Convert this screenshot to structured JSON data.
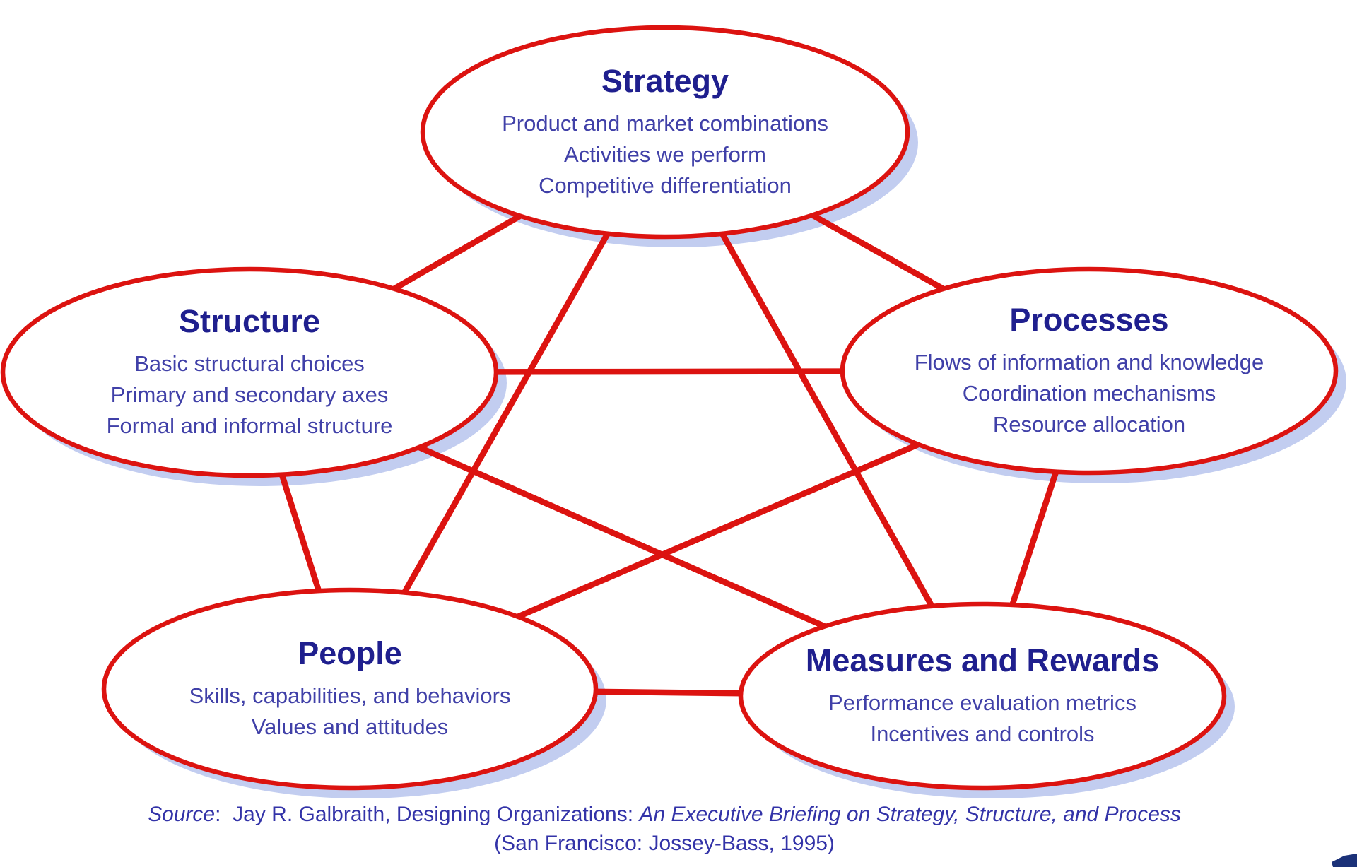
{
  "colors": {
    "red": "#DC1310",
    "title_navy": "#1F1F8E",
    "body_blue": "#4040A8",
    "source_blue": "#3333A8",
    "shadow": "#C2CDF0",
    "corner_navy": "#1B3178",
    "background": "#FFFFFF"
  },
  "icons": {
    "corner_fragment": "navy-arrow-fragment"
  },
  "diagram": {
    "nodes": [
      {
        "id": "strategy",
        "title": "Strategy",
        "lines": [
          "Product and market combinations",
          "Activities we perform",
          "Competitive differentiation"
        ]
      },
      {
        "id": "structure",
        "title": "Structure",
        "lines": [
          "Basic structural choices",
          "Primary and secondary axes",
          "Formal and informal structure"
        ]
      },
      {
        "id": "processes",
        "title": "Processes",
        "lines": [
          "Flows of information and knowledge",
          "Coordination mechanisms",
          "Resource allocation"
        ]
      },
      {
        "id": "people",
        "title": "People",
        "lines": [
          "Skills, capabilities, and behaviors",
          "Values and attitudes"
        ]
      },
      {
        "id": "measures",
        "title": "Measures and Rewards",
        "lines": [
          "Performance evaluation metrics",
          "Incentives and controls"
        ]
      }
    ],
    "source": {
      "prefix_italic": "Source",
      "colon": ":",
      "regular": "Jay R. Galbraith, Designing Organizations:",
      "italic_title": "An Executive Briefing on Strategy, Structure, and Process",
      "line2": "(San Francisco: Jossey-Bass, 1995)"
    }
  }
}
